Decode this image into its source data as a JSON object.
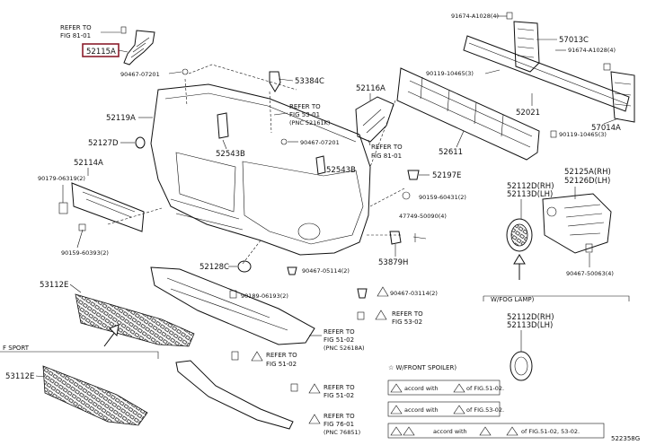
{
  "labels": {
    "p52115A_hl": "52115A",
    "refer_fig81_top_a": "REFER TO",
    "refer_fig81_top_b": "FIG 81-01",
    "p91674_a": "91674-A1028(4)",
    "p57013C": "57013C",
    "p91674_b": "91674-A1028(4)",
    "p90467_07201_a": "90467-07201",
    "p53384C": "53384C",
    "p52116A": "52116A",
    "p90119_10465_a": "90119-10465(3)",
    "p52021": "52021",
    "p57014A": "57014A",
    "p52119A": "52119A",
    "refer_fig53_a": "REFER TO",
    "refer_fig53_b": "FIG 53-01",
    "refer_fig53_c": "(PNC 52161K)",
    "p90119_10465_b": "90119-10465(3)",
    "p52127D": "52127D",
    "p52543B_a": "52543B",
    "p90467_07201_b": "90467-07201",
    "refer_fig81_mid_a": "REFER TO",
    "refer_fig81_mid_b": "FIG 81-01",
    "p52611": "52611",
    "p52543B_b": "52543B",
    "p52197E": "52197E",
    "p52114A": "52114A",
    "p90179": "90179-06319(2)",
    "p90159_60431": "90159-60431(2)",
    "p52125A": "52125A(RH)",
    "p52126D": "52126D(LH)",
    "p52112D_a": "52112D(RH)",
    "p52113D_a": "52113D(LH)",
    "p47749": "47749-50090(4)",
    "p90159_60393": "90159-60393(2)",
    "p53879H": "53879H",
    "p52128C": "52128C",
    "p90467_05114": "90467-05114(2)",
    "p90467_50063": "90467-50063(4)",
    "p53112E_a": "53112E",
    "p90189": "90189-06193(2)",
    "p90467_03114": "90467-03114(2)",
    "wfog": "W/FOG LAMP)",
    "refer_fig53_02_a": "REFER TO",
    "refer_fig53_02_b": "FIG 53-02",
    "p52112D_b": "52112D(RH)",
    "p52113D_b": "52113D(LH)",
    "refer_fig51_02_a": "REFER TO",
    "refer_fig51_02_b": "FIG 51-02",
    "refer_fig51_02_c": "(PNC 52618A)",
    "fsport": "F SPORT",
    "refer_fig51_02b_a": "REFER TO",
    "refer_fig51_02b_b": "FIG 51-02",
    "wfront_spoiler": "☆ W/FRONT SPOILER)",
    "p53112E_b": "53112E",
    "refer_fig51_02c_a": "REFER TO",
    "refer_fig51_02c_b": "FIG 51-02",
    "refer_fig76_a": "REFER TO",
    "refer_fig76_b": "FIG 76-01",
    "refer_fig76_c": "(PNC 76851)",
    "accord_1": "accord with",
    "accord_1b": "of FIG.51-02.",
    "accord_2": "accord with",
    "accord_2b": "of FIG.53-02.",
    "accord_3": "accord with",
    "accord_3b": "of FIG.51-02, 53-02.",
    "figure_code": "522358G"
  }
}
